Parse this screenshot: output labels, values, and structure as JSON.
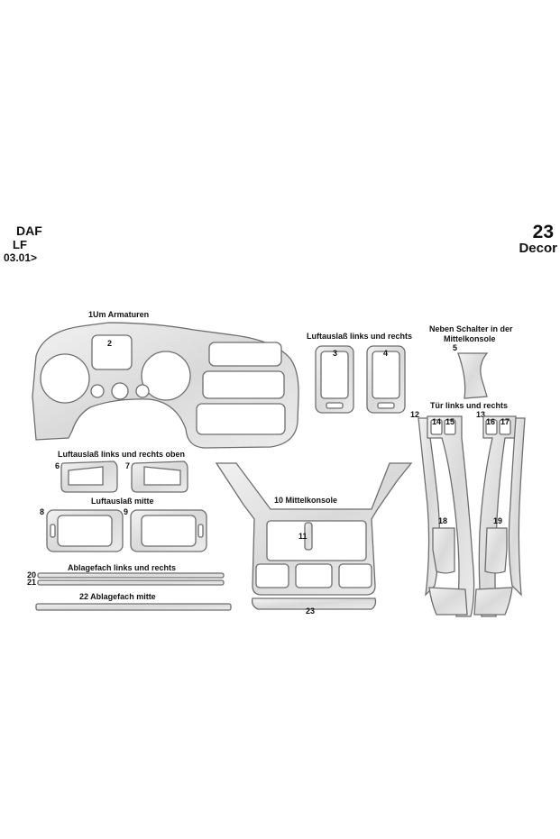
{
  "header": {
    "make": "DAF",
    "model": "LF",
    "date": "03.01>",
    "piece_count": "23",
    "type": "Decor"
  },
  "labels": {
    "armaturen": "1Um Armaturen",
    "luft_lr": "Luftauslaß links und rechts",
    "neben_1": "Neben Schalter in der",
    "neben_2": "Mittelkonsole",
    "tuer": "Tür links und rechts",
    "luft_oben": "Luftauslaß links und rechts oben",
    "luft_mitte": "Luftauslaß mitte",
    "mittelkonsole": "10 Mittelkonsole",
    "ablage_lr": "Ablagefach links und rechts",
    "ablage_mitte": "22 Ablagefach mitte"
  },
  "numbers": {
    "n2": "2",
    "n3": "3",
    "n4": "4",
    "n5": "5",
    "n6": "6",
    "n7": "7",
    "n8": "8",
    "n9": "9",
    "n11": "11",
    "n12": "12",
    "n13": "13",
    "n14": "14",
    "n15": "15",
    "n16": "16",
    "n17": "17",
    "n18": "18",
    "n19": "19",
    "n20": "20",
    "n21": "21",
    "n23": "23"
  },
  "colors": {
    "part_fill": "#e4e4e4",
    "part_outline": "#6e6e6e",
    "text": "#111111"
  }
}
